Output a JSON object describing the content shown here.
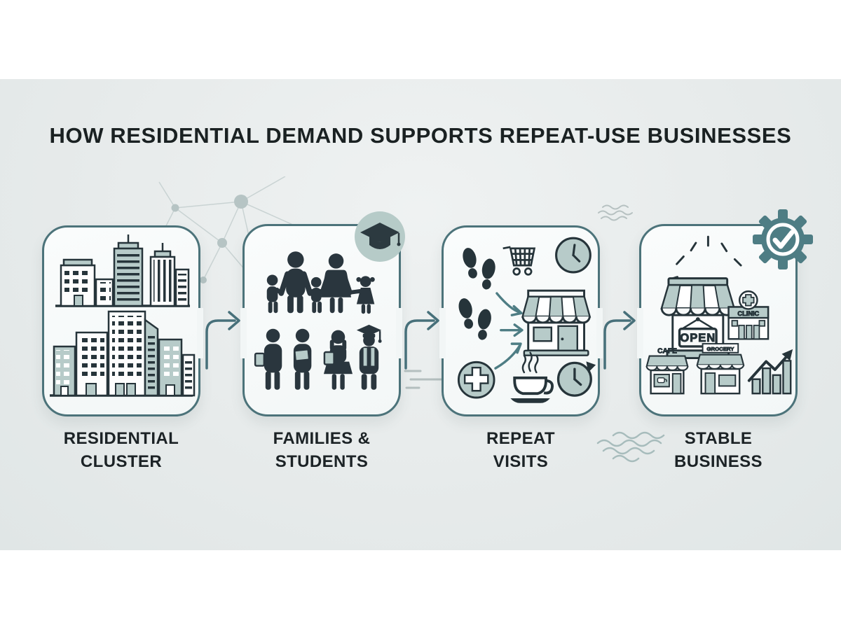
{
  "title": "HOW RESIDENTIAL DEMAND SUPPORTS REPEAT-USE BUSINESSES",
  "steps": [
    {
      "id": "residential-cluster",
      "label_line1": "RESIDENTIAL",
      "label_line2": "CLUSTER"
    },
    {
      "id": "families-students",
      "label_line1": "FAMILIES &",
      "label_line2": "STUDENTS"
    },
    {
      "id": "repeat-visits",
      "label_line1": "REPEAT",
      "label_line2": "VISITS"
    },
    {
      "id": "stable-business",
      "label_line1": "STABLE",
      "label_line2": "BUSINESS"
    }
  ],
  "icon_texts": {
    "open_sign": "OPEN",
    "clinic_sign": "CLINIC",
    "cafe_sign": "CAFE",
    "grocery_sign": "GROCERY"
  },
  "badges": {
    "families_students": "graduation-cap",
    "stable_business": "gear-checkmark"
  },
  "colors": {
    "background": "#e7ebeb",
    "panel_border": "#4c737a",
    "accent_teal": "#4e7d84",
    "sage": "#b7cbc9",
    "ink": "#26343a"
  }
}
